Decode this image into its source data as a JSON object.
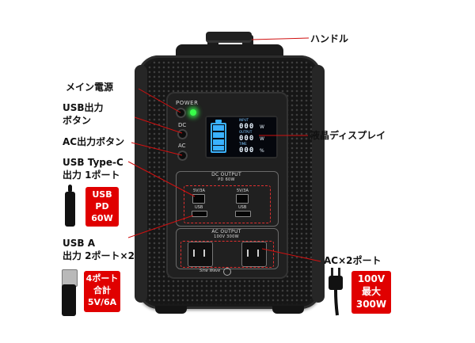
{
  "device": {
    "power_label": "POWER",
    "dc_label": "DC",
    "ac_label": "AC",
    "dc_output_title": "DC OUTPUT",
    "dc_output_sub": "PD 60W",
    "port_rating": "5V/3A",
    "port_type": "USB",
    "ac_output_title": "AC OUTPUT",
    "ac_output_sub": "100V 300W",
    "sine_wave": "Sine Wave",
    "display": {
      "row1_tag": "INPUT",
      "row1_value": "000",
      "row1_unit": "W",
      "row2_tag": "OUTPUT",
      "row2_value": "000",
      "row2_unit": "W",
      "row3_tag": "TIME",
      "row3_value": "000",
      "row3_unit": "%",
      "battery_level": 1.0,
      "accent_color": "#3ab2ff"
    }
  },
  "callouts": {
    "handle": "ハンドル",
    "main_power": "メイン電源",
    "usb_button_line1": "USB出力",
    "usb_button_line2": "ボタン",
    "ac_button": "AC出力ボタン",
    "usb_type_c_line1": "USB Type-C",
    "usb_type_c_line2": "出力 1ポート",
    "usb_a_line1": "USB A",
    "usb_a_line2": "出力 2ポート×2",
    "lcd": "液晶ディスプレイ",
    "ac_x2": "AC×2ポート"
  },
  "specs": {
    "type_c_line1": "USB",
    "type_c_line2": "PD",
    "type_c_line3": "60W",
    "usb_a_line1": "4ポート",
    "usb_a_line2": "合計",
    "usb_a_line3": "5V/6A",
    "ac_line1": "100V",
    "ac_line2": "最大",
    "ac_line3": "300W"
  },
  "colors": {
    "callout_line": "#d01010",
    "spec_box": "#e00000",
    "power_led": "#38ff4a"
  }
}
